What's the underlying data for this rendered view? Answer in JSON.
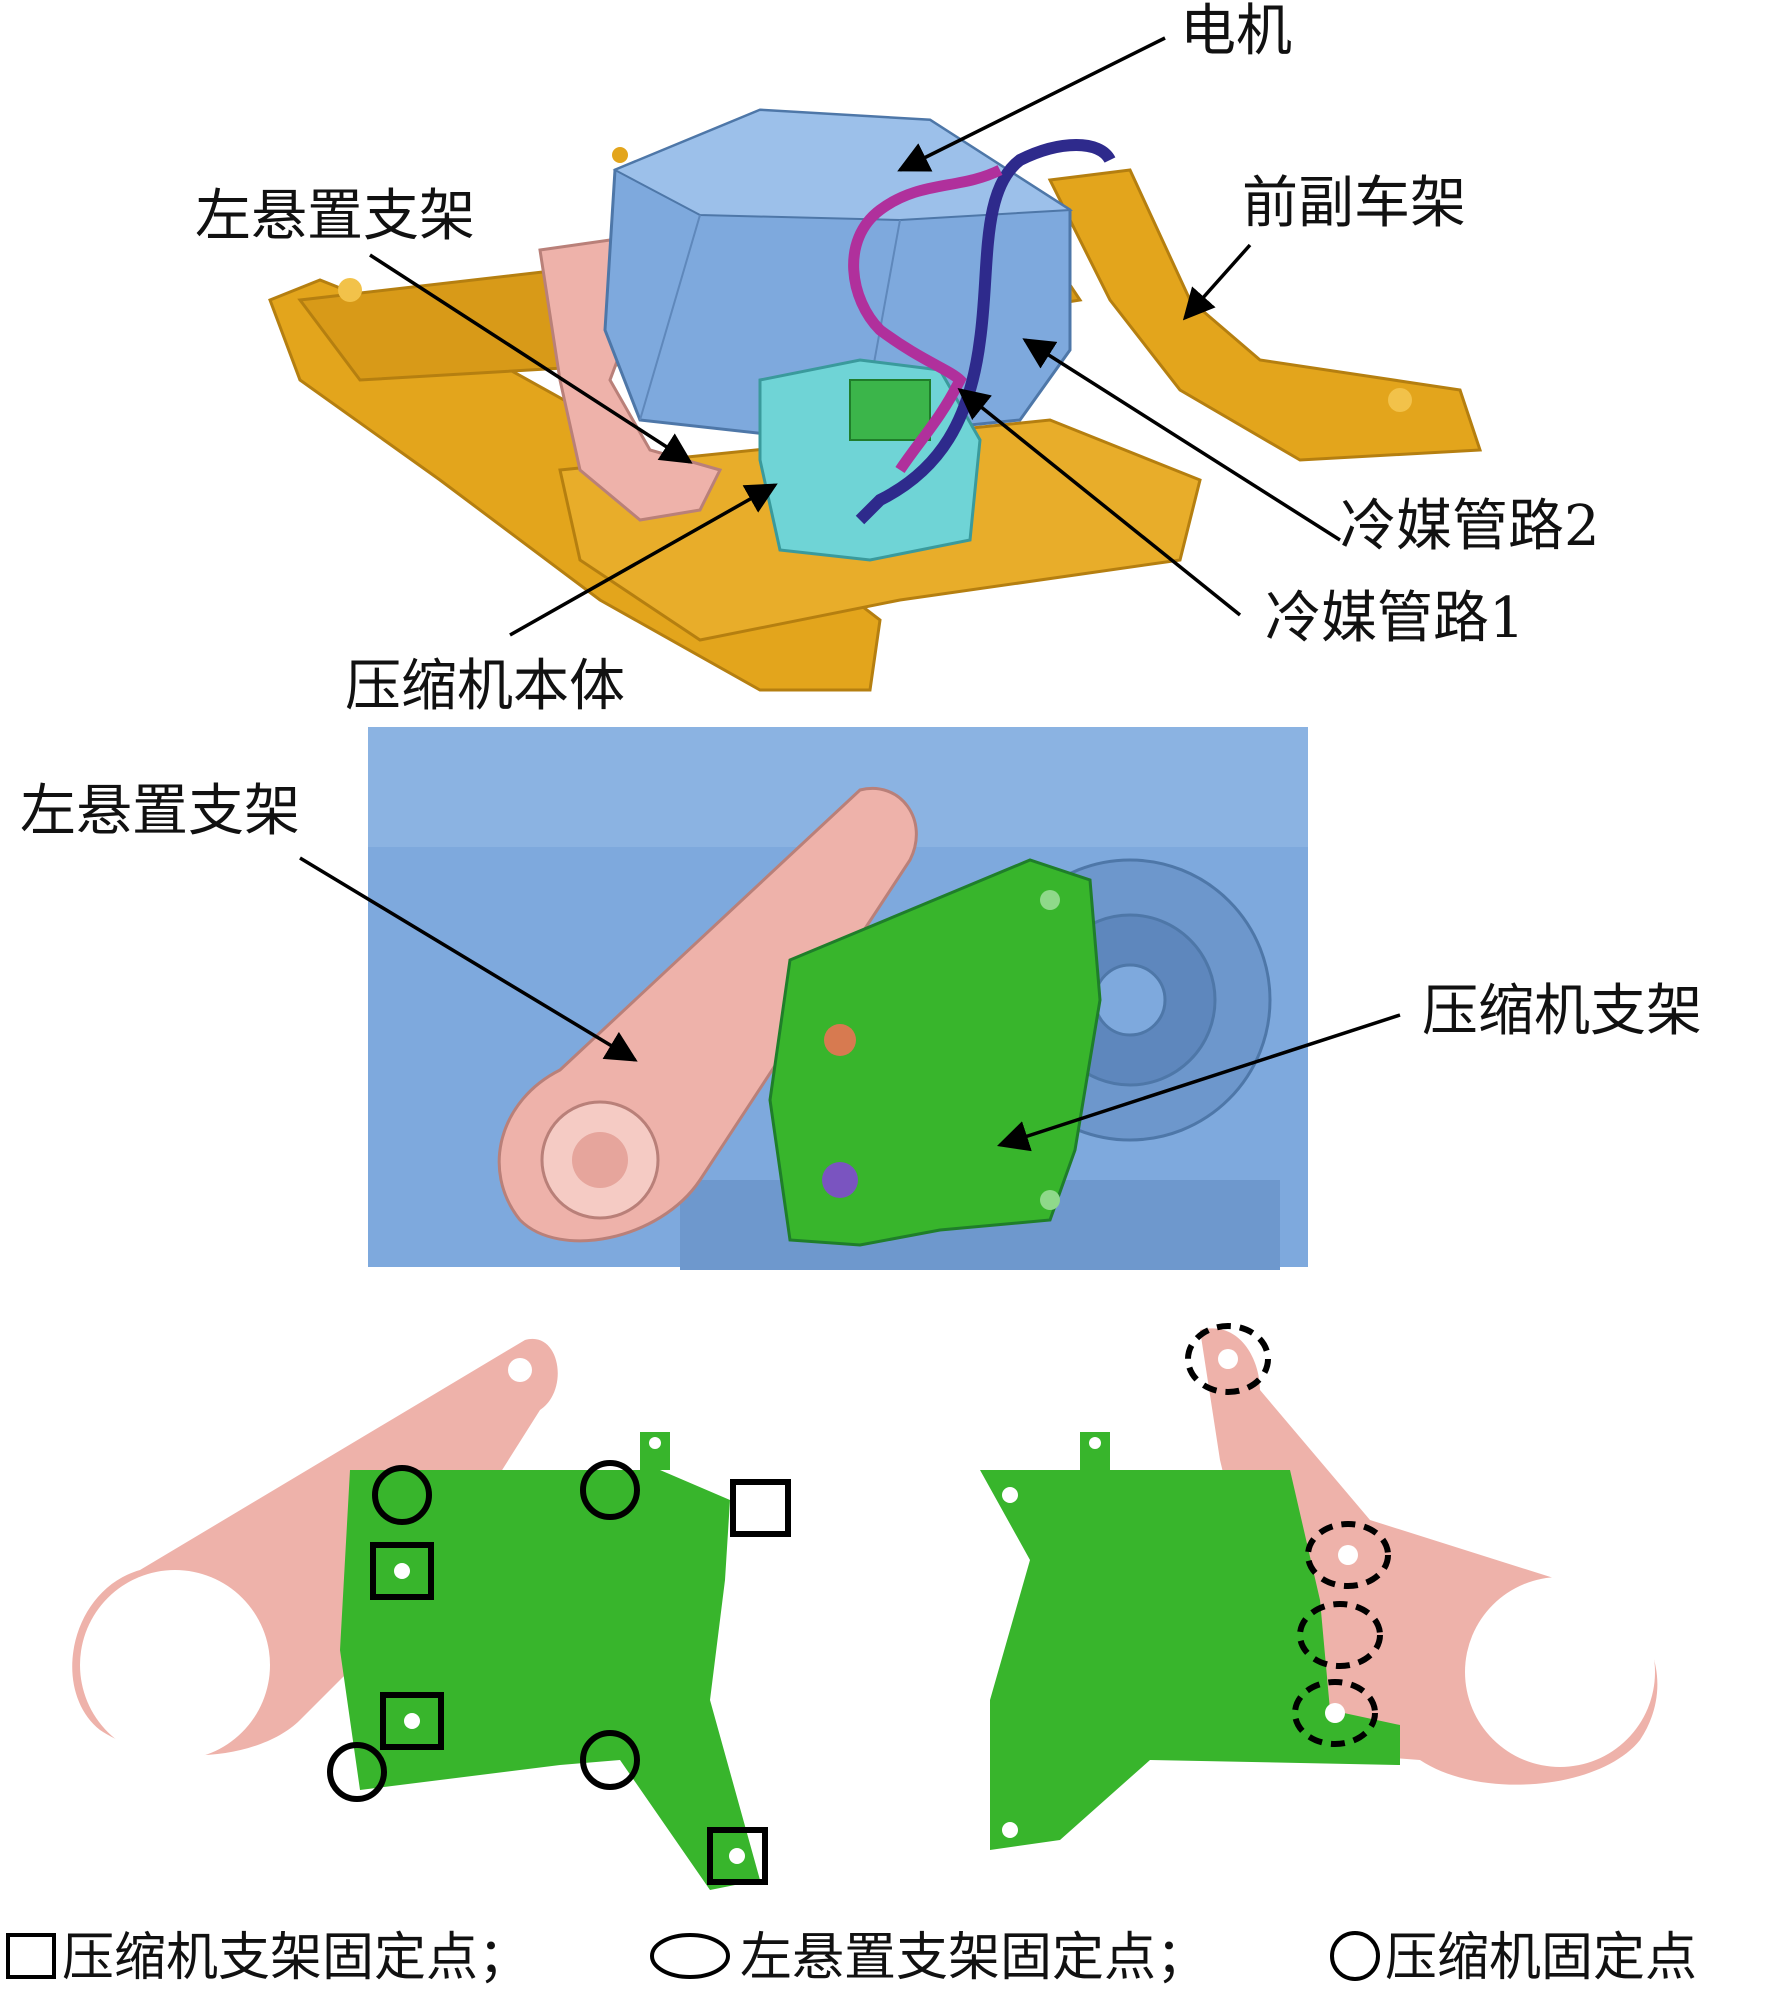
{
  "labels": {
    "motor": "电机",
    "left_mount_bracket_top": "左悬置支架",
    "front_subframe": "前副车架",
    "refrigerant_pipe_2": "冷媒管路2",
    "refrigerant_pipe_1": "冷媒管路1",
    "compressor_body": "压缩机本体",
    "left_mount_bracket_mid": "左悬置支架",
    "compressor_bracket": "压缩机支架"
  },
  "legend": {
    "square_text": "压缩机支架固定点；",
    "ellipse_text": "左悬置支架固定点；",
    "circle_text": "压缩机固定点"
  },
  "colors": {
    "motor_blue": "#7ea9dd",
    "subframe_gold": "#e3a51c",
    "bracket_pink": "#eeb2aa",
    "bracket_green": "#38b52c",
    "compressor_cyan": "#6fd4d6",
    "pipe_purple": "#2e2a8c",
    "pipe_magenta": "#b0309c"
  }
}
